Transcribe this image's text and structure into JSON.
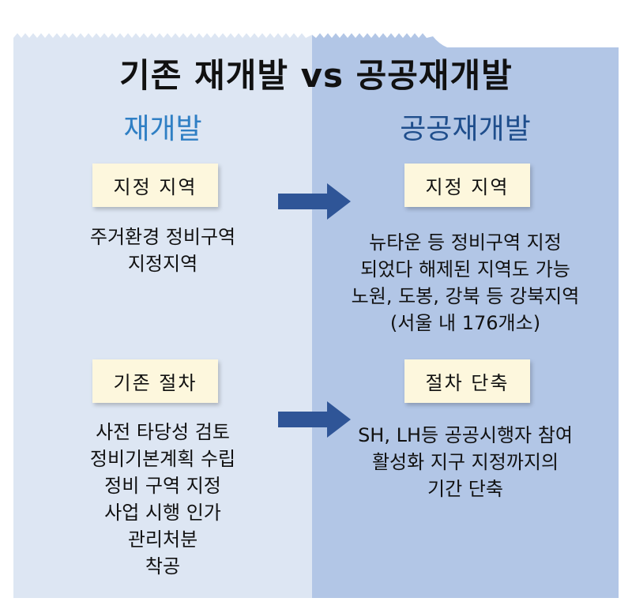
{
  "title": "기존 재개발 vs 공공재개발",
  "left_column": {
    "heading": "재개발",
    "section1": {
      "label": "지정 지역",
      "lines": [
        "주거환경 정비구역",
        "지정지역"
      ]
    },
    "section2": {
      "label": "기존 절차",
      "lines": [
        "사전 타당성 검토",
        "정비기본계획 수립",
        "정비 구역 지정",
        "사업 시행 인가",
        "관리처분",
        "착공"
      ]
    }
  },
  "right_column": {
    "heading": "공공재개발",
    "section1": {
      "label": "지정 지역",
      "lines": [
        "뉴타운 등 정비구역 지정",
        "되었다 해제된 지역도 가능",
        "노원, 도봉, 강북 등 강북지역",
        "(서울 내 176개소)"
      ]
    },
    "section2": {
      "label": "절차 단축",
      "lines": [
        "SH, LH등 공공시행자 참여",
        "활성화 지구 지정까지의",
        "기간 단축"
      ]
    }
  },
  "colors": {
    "left_panel": "#dde6f3",
    "right_panel": "#b2c6e6",
    "arrow": "#2f5597",
    "left_heading": "#2f7fc4",
    "right_heading": "#1f4e8c",
    "note": "#fdf7dd"
  },
  "icons": {
    "arrow": "right-arrow-icon"
  }
}
